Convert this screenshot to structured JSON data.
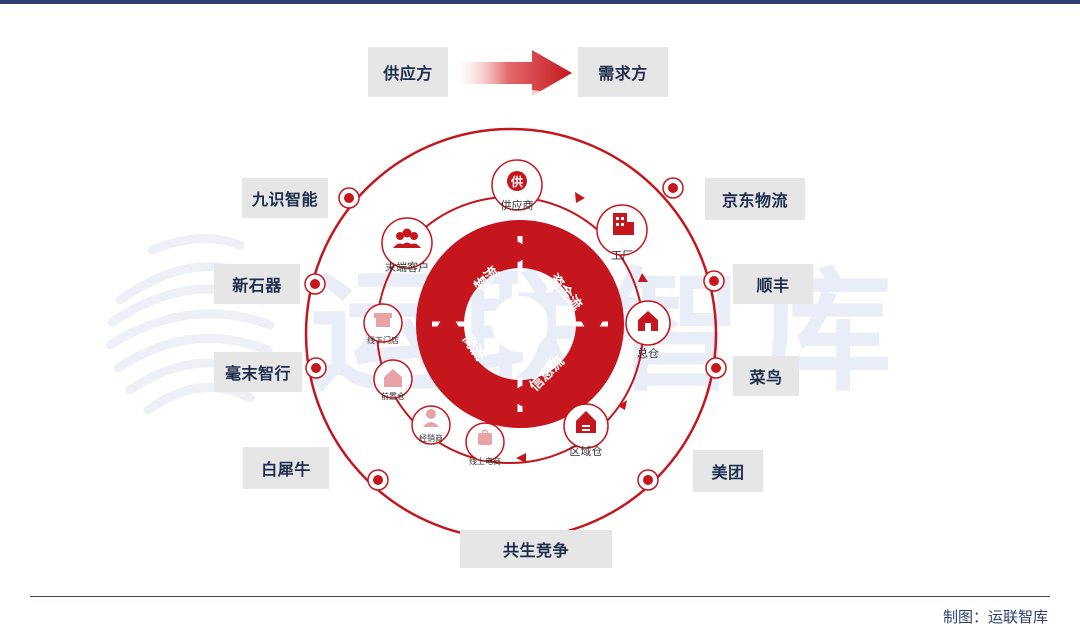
{
  "header": {
    "from_label": "供应方",
    "to_label": "需求方"
  },
  "footer": {
    "bottom_label": "共生竞争",
    "credit": "制图：运联智库"
  },
  "watermark": "运联智库",
  "companies_left": [
    "九识智能",
    "新石器",
    "毫末智行",
    "白犀牛"
  ],
  "companies_right": [
    "京东物流",
    "顺丰",
    "菜鸟",
    "美团"
  ],
  "center_cycle": [
    "物流",
    "资金流",
    "信息流",
    "商流"
  ],
  "chain_nodes": [
    "供应商",
    "工厂",
    "总仓",
    "区域仓",
    "线上电商",
    "经销商",
    "前置仓",
    "线下门店",
    "末端客户"
  ],
  "icons": {
    "supplier": "supplier-badge-icon",
    "factory": "factory-building-icon",
    "warehouse": "warehouse-icon",
    "shop": "storefront-icon",
    "person": "person-icon",
    "bag": "shopping-bag-icon",
    "customers": "users-group-icon"
  },
  "colors": {
    "accent": "#c4161c",
    "navy": "#1f2d4d",
    "box": "#e6e6e6",
    "watermark": "#e9edf7"
  }
}
